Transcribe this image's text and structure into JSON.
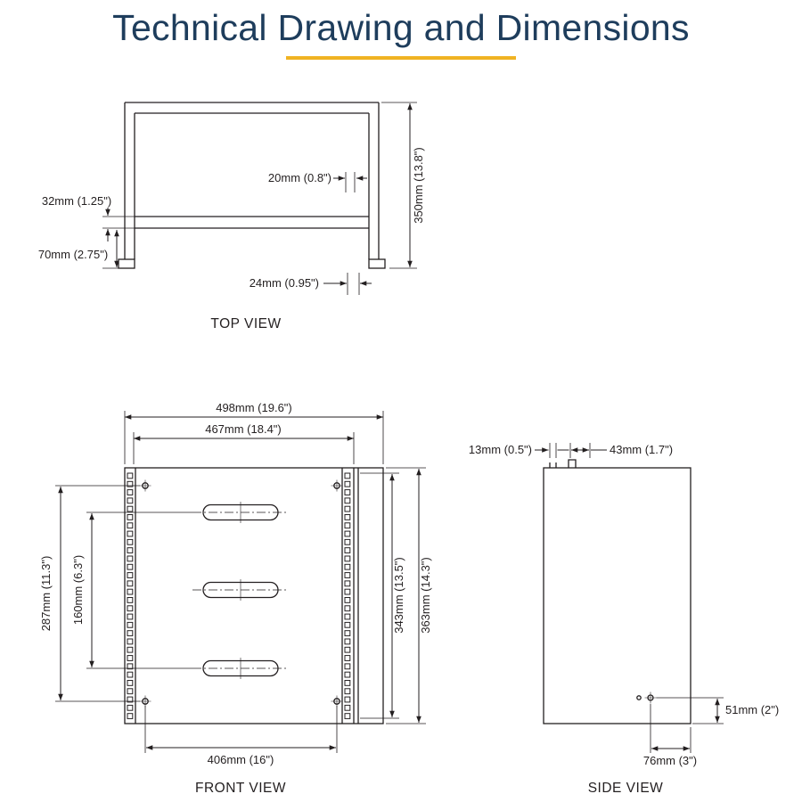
{
  "title": "Technical Drawing and Dimensions",
  "colors": {
    "title": "#1e3d5c",
    "accent": "#f0b323",
    "line": "#231f20"
  },
  "views": {
    "top": {
      "label": "TOP VIEW",
      "dims": {
        "lip": "20mm (0.8\")",
        "plate_offset": "32mm (1.25\")",
        "plate_depth": "70mm (2.75\")",
        "flange": "24mm (0.95\")",
        "depth": "350mm (13.8\")"
      }
    },
    "front": {
      "label": "FRONT VIEW",
      "dims": {
        "overall_width": "498mm (19.6\")",
        "face_width": "467mm (18.4\")",
        "hole_spacing_v": "287mm (11.3\")",
        "slot_spacing": "160mm (6.3\")",
        "rail_height": "343mm (13.5\")",
        "overall_height": "363mm (14.3\")",
        "hole_spacing_h": "406mm (16\")"
      }
    },
    "side": {
      "label": "SIDE VIEW",
      "dims": {
        "lip": "13mm (0.5\")",
        "bracket_depth": "43mm (1.7\")",
        "hole_offset_v": "51mm (2\")",
        "hole_offset_h": "76mm (3\")"
      }
    }
  }
}
